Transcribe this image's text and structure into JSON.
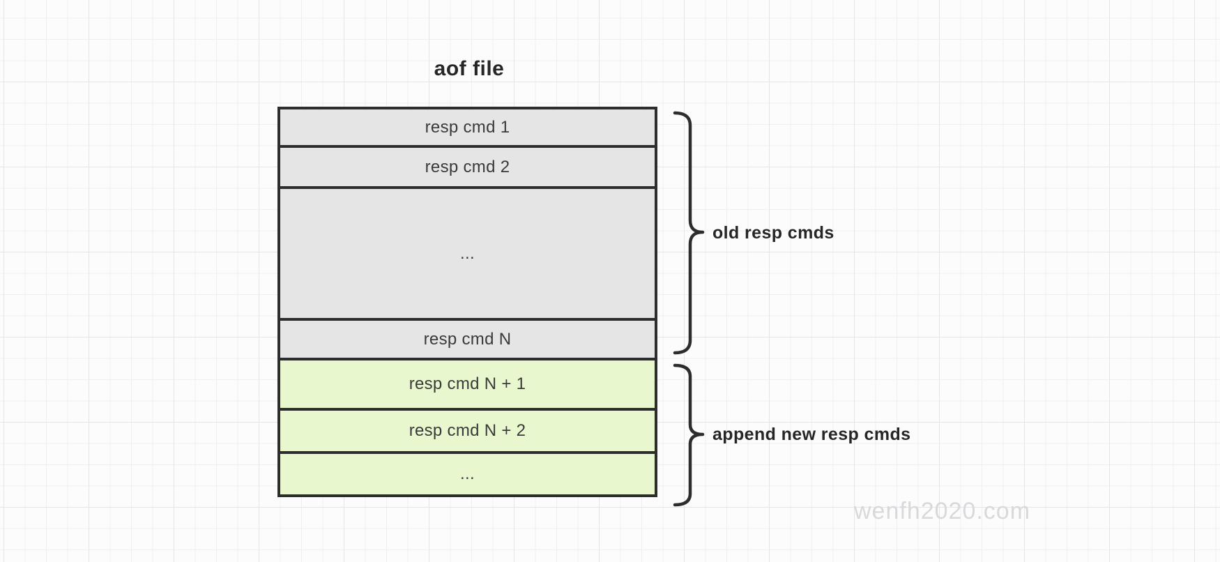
{
  "diagram": {
    "title": "aof file",
    "watermark": "wenfh2020.com",
    "rows": [
      {
        "label": "resp cmd 1",
        "group": "old"
      },
      {
        "label": "resp cmd 2",
        "group": "old"
      },
      {
        "label": "...",
        "group": "old"
      },
      {
        "label": "resp cmd N",
        "group": "old"
      },
      {
        "label": "resp cmd N + 1",
        "group": "new"
      },
      {
        "label": "resp cmd N + 2",
        "group": "new"
      },
      {
        "label": "...",
        "group": "new"
      }
    ],
    "annotations": [
      {
        "label": "old resp cmds",
        "target_rows": "1-4"
      },
      {
        "label": "append new resp cmds",
        "target_rows": "5-7"
      }
    ],
    "colors": {
      "old_fill": "#e5e5e5",
      "new_fill": "#e8f7ce",
      "border": "#2d2d2d",
      "text": "#3a3a3a",
      "heading": "#262626",
      "watermark": "#d9d9dc"
    }
  }
}
